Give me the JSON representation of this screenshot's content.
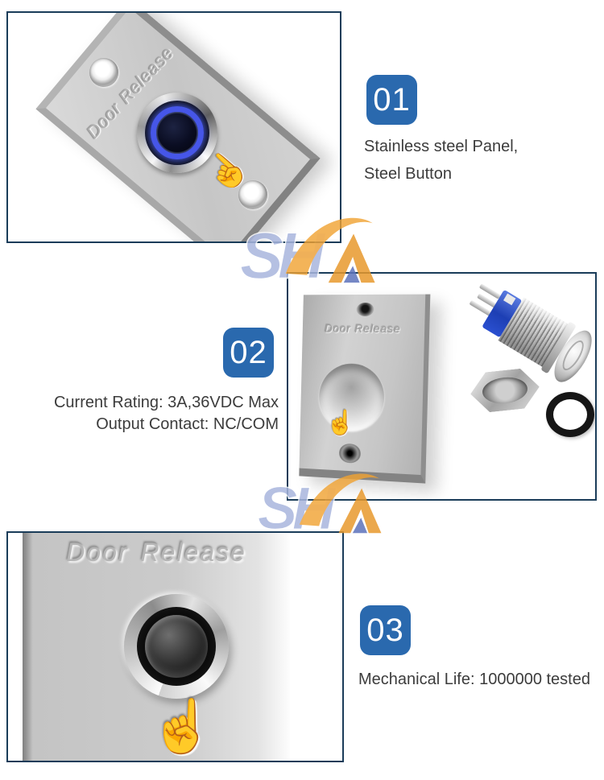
{
  "colors": {
    "accent_blue": "#2a69ae",
    "frame_border": "#1a3c59",
    "body_text": "#3c3c3c",
    "led_blue": "#4656e8",
    "watermark_blue": "#a9b6dd",
    "watermark_orange": "#f0a233"
  },
  "sections": [
    {
      "number": "01",
      "lines": [
        "Stainless steel Panel,",
        "Steel Button"
      ]
    },
    {
      "number": "02",
      "lines": [
        "Current Rating: 3A,36VDC Max",
        "Output Contact: NC/COM"
      ]
    },
    {
      "number": "03",
      "lines": [
        "Mechanical Life: 1000000 tested"
      ]
    }
  ],
  "photos": {
    "photo1": {
      "engraving": "Door Release"
    },
    "photo2": {
      "engraving": "Door Release"
    },
    "photo3": {
      "engraving": "Door Release"
    }
  },
  "icons": {
    "hand": "☝"
  },
  "watermark": {
    "letters": "SH"
  }
}
